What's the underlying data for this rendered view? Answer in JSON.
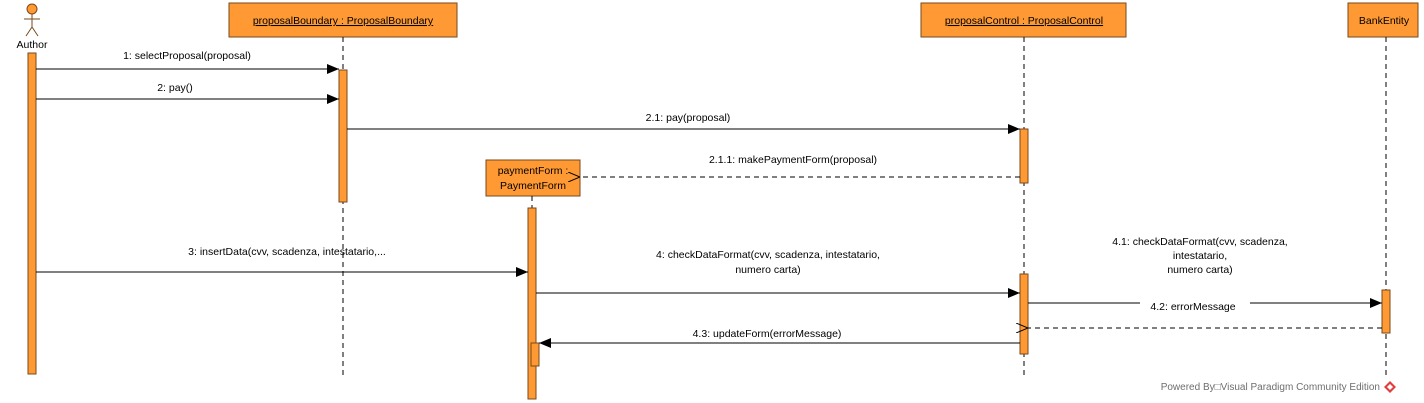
{
  "colors": {
    "fill": "#ff9933",
    "stroke": "#7a4a1a",
    "line": "#000000",
    "background": "#ffffff",
    "footer_logo": "#e23c3c"
  },
  "actor": {
    "name": "Author"
  },
  "participants": [
    {
      "id": "boundary",
      "label": "proposalBoundary : ProposalBoundary"
    },
    {
      "id": "form",
      "label_line1": "paymentForm :",
      "label_line2": "PaymentForm"
    },
    {
      "id": "control",
      "label": "proposalControl : ProposalControl"
    },
    {
      "id": "bank",
      "label": "BankEntity"
    }
  ],
  "messages": [
    {
      "id": "m1",
      "text": "1: selectProposal(proposal)"
    },
    {
      "id": "m2",
      "text": "2: pay()"
    },
    {
      "id": "m21",
      "text": "2.1: pay(proposal)"
    },
    {
      "id": "m211",
      "text": "2.1.1: makePaymentForm(proposal)"
    },
    {
      "id": "m3",
      "text": "3: insertData(cvv, scadenza, intestatario,..."
    },
    {
      "id": "m4",
      "text_line1": "4: checkDataFormat(cvv, scadenza, intestatario,",
      "text_line2": "numero carta)"
    },
    {
      "id": "m41",
      "text_line1": "4.1: checkDataFormat(cvv, scadenza,",
      "text_line2": "intestatario,",
      "text_line3": "numero carta)"
    },
    {
      "id": "m42",
      "text": "4.2: errorMessage"
    },
    {
      "id": "m43",
      "text": "4.3: updateForm(errorMessage)"
    }
  ],
  "footer": {
    "text": "Powered By□Visual Paradigm Community Edition",
    "icon": "visual-paradigm-logo-icon"
  }
}
